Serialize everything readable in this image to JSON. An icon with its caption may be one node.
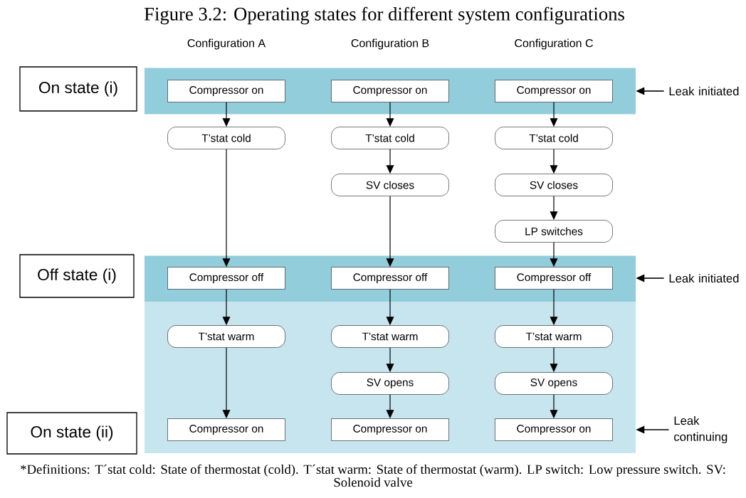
{
  "diagram": {
    "title": "Figure 3.2: Operating states for different system configurations",
    "caption": "*Definitions: T´stat cold: State of thermostat (cold). T´stat warm: State of thermostat (warm). LP switch: Low pressure switch. SV: Solenoid valve",
    "nodes": [
      {
        "text": [
          "On state (i)"
        ]
      },
      {
        "text": [],
        "shape": "band"
      },
      {
        "text": [
          "Compressor on"
        ],
        "in": 1
      },
      {
        "text": [
          "Compressor on"
        ],
        "in": 1
      },
      {
        "text": [
          "Compressor on"
        ],
        "in": 1
      },
      {
        "text": [
          "Leak initiated"
        ]
      },
      {
        "text": [
          "T’stat cold"
        ]
      },
      {
        "text": [
          "T’stat cold"
        ]
      },
      {
        "text": [
          "T’stat cold"
        ]
      },
      {
        "text": [
          "SV closes"
        ]
      },
      {
        "text": [
          "SV closes"
        ]
      },
      {
        "text": [
          "LP switches"
        ]
      },
      {
        "text": [
          "Off state (i)"
        ]
      },
      {
        "text": [],
        "shape": "band"
      },
      {
        "text": [
          "Compressor off"
        ],
        "in": 13
      },
      {
        "text": [
          "Compressor off"
        ],
        "in": 13
      },
      {
        "text": [
          "Compressor off"
        ],
        "in": 13
      },
      {
        "text": [
          "Leak initiated"
        ]
      },
      {
        "text": [],
        "shape": "band"
      },
      {
        "text": [
          "T’stat warm"
        ],
        "in": 18
      },
      {
        "text": [
          "T’stat warm"
        ],
        "in": 18
      },
      {
        "text": [
          "T’stat warm"
        ],
        "in": 18
      },
      {
        "text": [
          "SV opens"
        ],
        "in": 18
      },
      {
        "text": [
          "SV opens"
        ],
        "in": 18
      },
      {
        "text": [
          "On state (ii)"
        ]
      },
      {
        "text": [
          "Compressor on"
        ],
        "in": 18
      },
      {
        "text": [
          "Compressor on"
        ],
        "in": 18
      },
      {
        "text": [
          "Compressor on"
        ],
        "in": 18
      },
      {
        "text": [
          "Leak continuing"
        ]
      }
    ],
    "edges": [
      {
        "from": 2,
        "to": 6,
        "arrow": "to"
      },
      {
        "from": 6,
        "to": 14,
        "arrow": "to"
      },
      {
        "from": 14,
        "to": 19,
        "arrow": "to"
      },
      {
        "from": 19,
        "to": 25,
        "arrow": "to"
      },
      {
        "from": 3,
        "to": 7,
        "arrow": "to"
      },
      {
        "from": 7,
        "to": 9,
        "arrow": "to"
      },
      {
        "from": 9,
        "to": 15,
        "arrow": "to"
      },
      {
        "from": 15,
        "to": 20,
        "arrow": "to"
      },
      {
        "from": 20,
        "to": 22,
        "arrow": "to"
      },
      {
        "from": 22,
        "to": 26,
        "arrow": "to"
      },
      {
        "from": 4,
        "to": 8,
        "arrow": "to"
      },
      {
        "from": 8,
        "to": 10,
        "arrow": "to"
      },
      {
        "from": 10,
        "to": 11,
        "arrow": "to"
      },
      {
        "from": 11,
        "to": 16,
        "arrow": "to"
      },
      {
        "from": 16,
        "to": 21,
        "arrow": "to"
      },
      {
        "from": 21,
        "to": 23,
        "arrow": "to"
      },
      {
        "from": 23,
        "to": 27,
        "arrow": "to"
      },
      {
        "from": 5,
        "to": 1,
        "arrow": "to"
      },
      {
        "from": 17,
        "to": 13,
        "arrow": "to"
      },
      {
        "from": 28,
        "to": 18,
        "arrow": "to"
      }
    ],
    "labels": [
      "Configuration A",
      "Configuration B",
      "Configuration C"
    ]
  }
}
